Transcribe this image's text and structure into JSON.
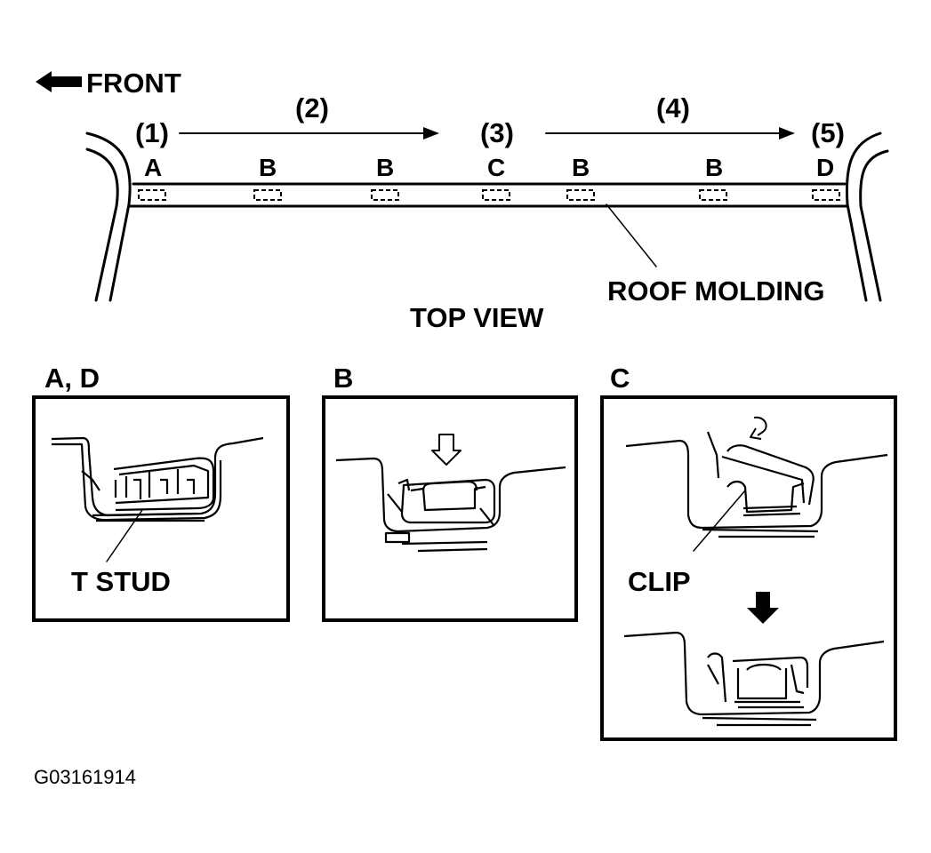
{
  "top_view": {
    "front_label": "FRONT",
    "steps": [
      "(1)",
      "(2)",
      "(3)",
      "(4)",
      "(5)"
    ],
    "clip_letters": [
      "A",
      "B",
      "B",
      "C",
      "B",
      "B",
      "D"
    ],
    "molding_label": "ROOF MOLDING",
    "view_label": "TOP VIEW"
  },
  "details": {
    "ad": {
      "title": "A, D",
      "callout": "T STUD"
    },
    "b": {
      "title": "B"
    },
    "c": {
      "title": "C",
      "callout": "CLIP"
    }
  },
  "figure_id": "G03161914"
}
